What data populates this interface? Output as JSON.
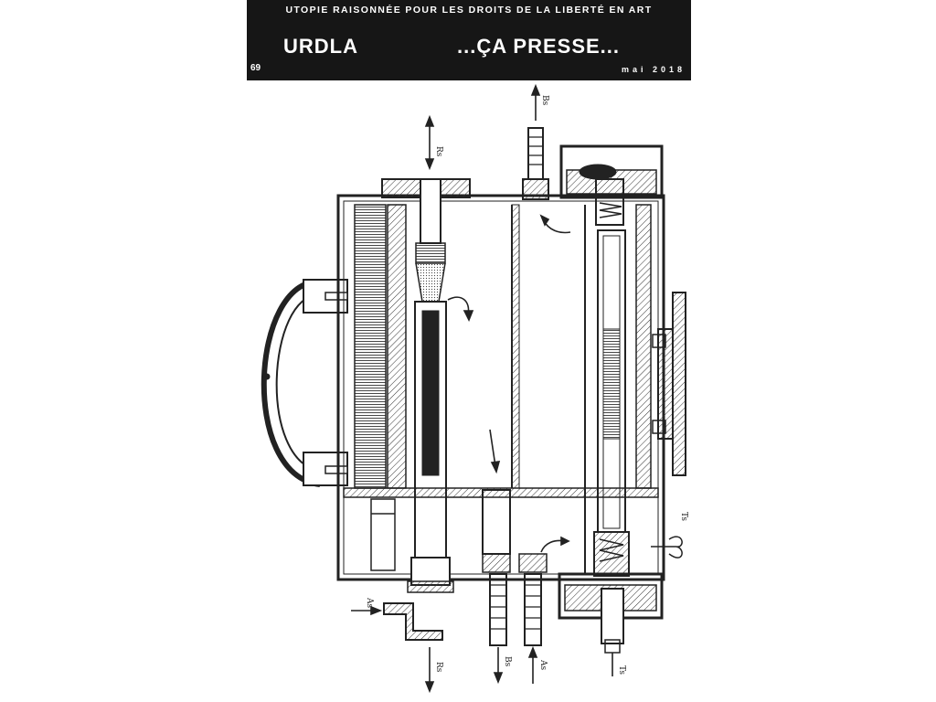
{
  "masthead": {
    "tagline": "UTOPIE RAISONNÉE POUR LES DROITS DE LA LIBERTÉ EN ART",
    "brand": "URDLA",
    "slogan": "...ÇA PRESSE...",
    "issue_number": "69",
    "date": "mai 2018"
  },
  "drawing": {
    "labels": {
      "top_left": "Rs",
      "top_center": "Bs",
      "right": "Ts",
      "inlet_left": "As",
      "bottom_left": "Rs",
      "bottom_center": "Bs",
      "bottom_center_right": "As",
      "bottom_right": "Ts"
    }
  }
}
